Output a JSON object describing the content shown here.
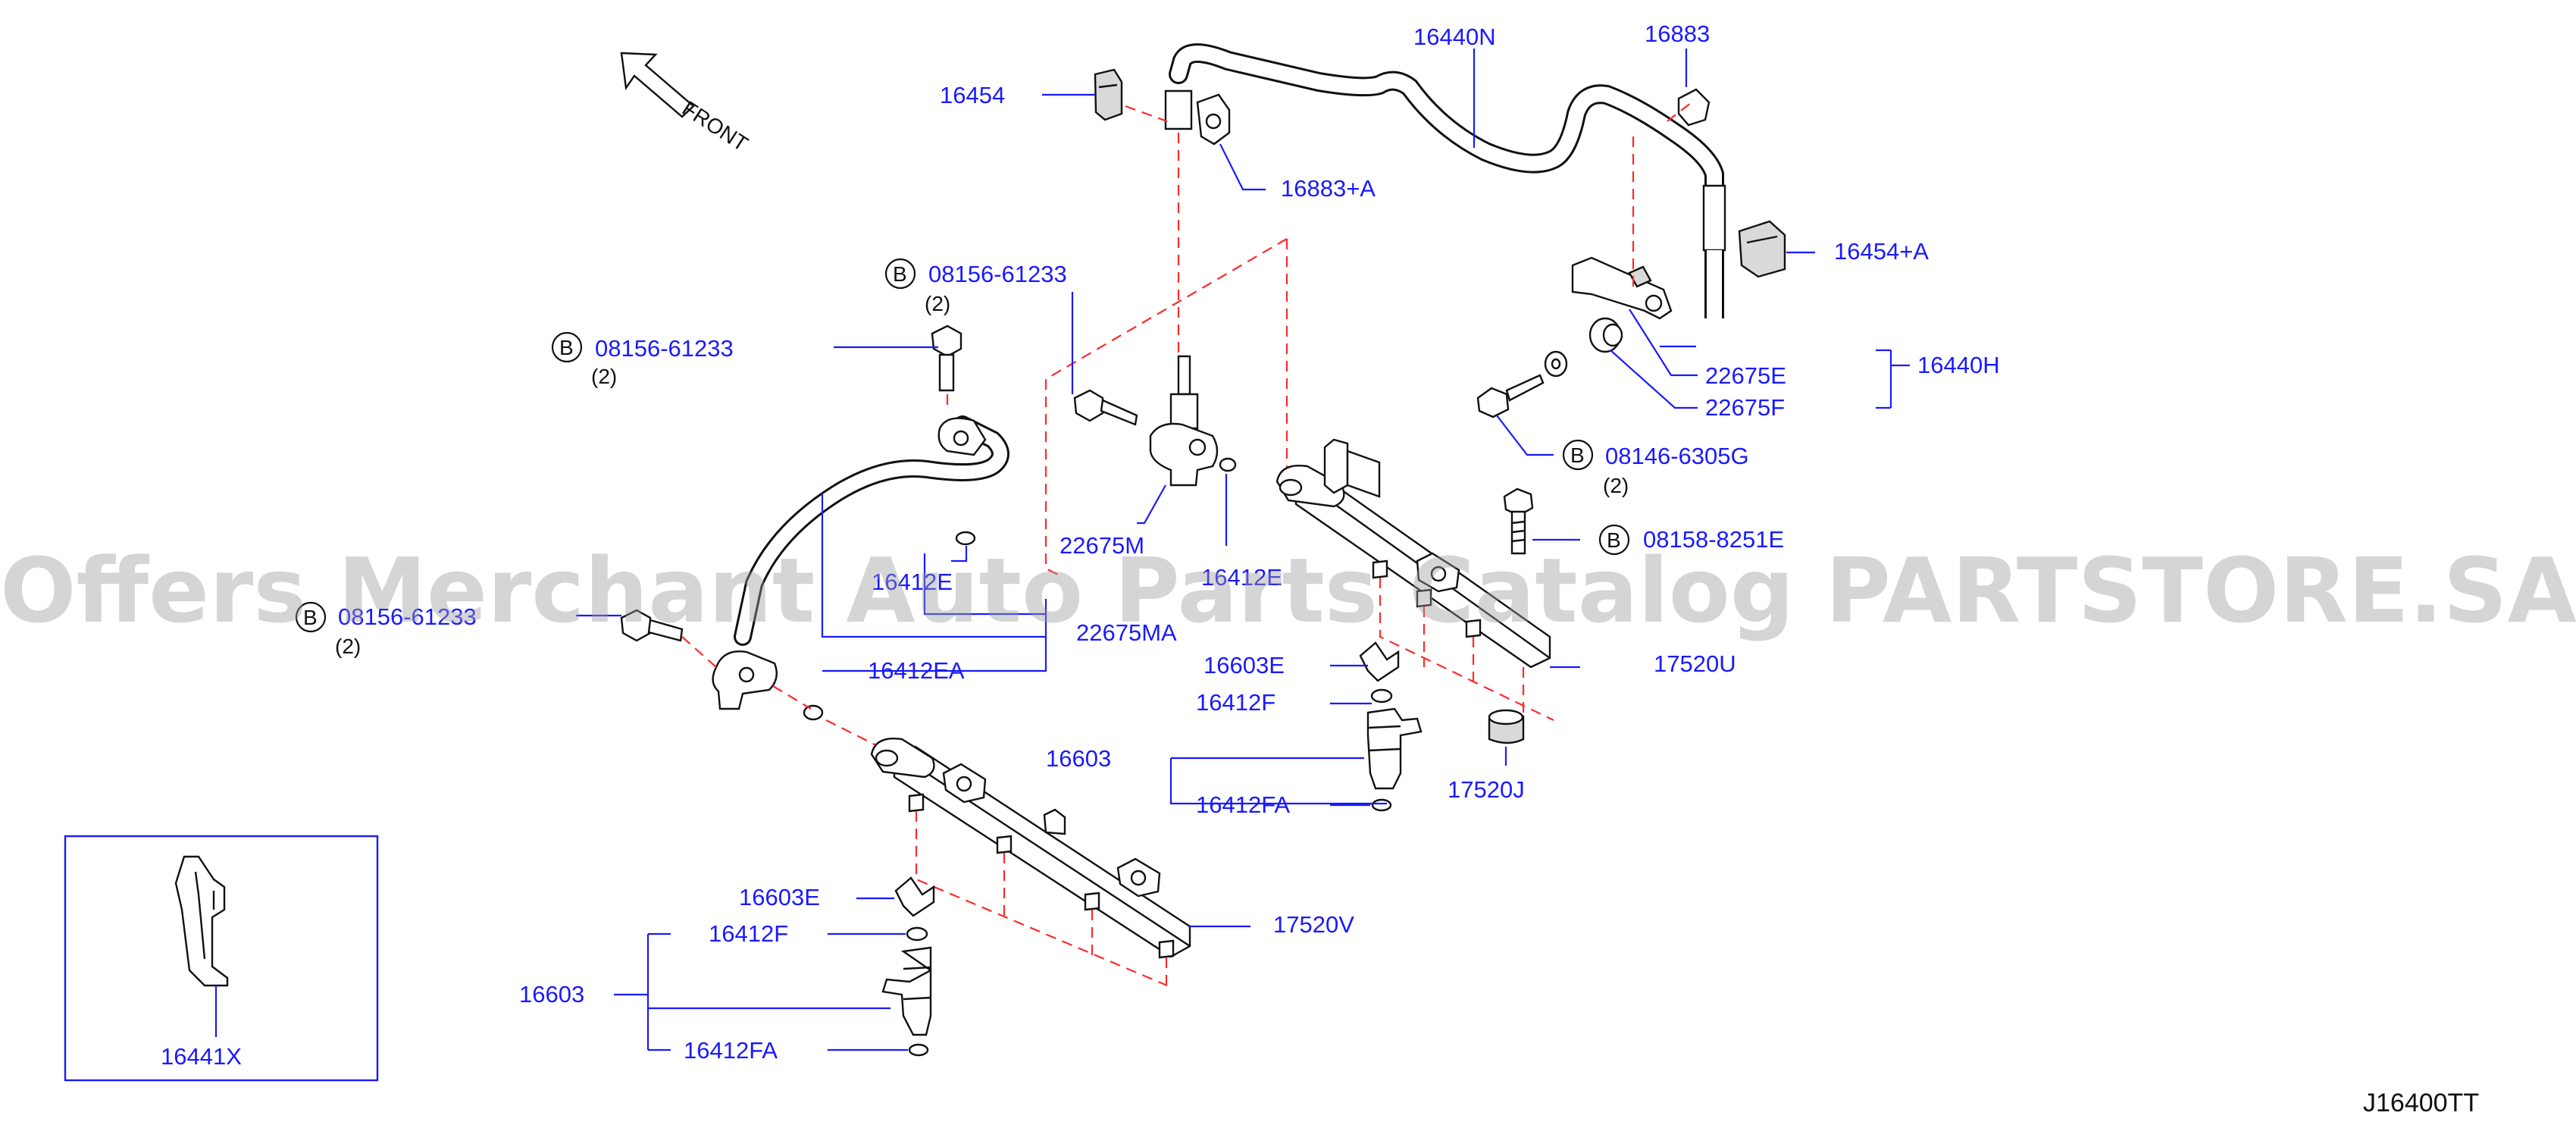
{
  "diagram_code": "J16400TT",
  "front_label": "FRONT",
  "watermark": "Offers Merchant Auto Parts Catalog PARTSTORE.SA",
  "bolt_marker": "B",
  "labels": {
    "p16454": "16454",
    "p16440N": "16440N",
    "p16883": "16883",
    "p16883A": "16883+A",
    "p16454A": "16454+A",
    "b1_part": "08156-61233",
    "b1_qty": "(2)",
    "b2_part": "08156-61233",
    "b2_qty": "(2)",
    "b3_part": "08156-61233",
    "b3_qty": "(2)",
    "b4_part": "08146-6305G",
    "b4_qty": "(2)",
    "b5_part": "08158-8251E",
    "p22675E": "22675E",
    "p22675F": "22675F",
    "p16440H": "16440H",
    "p22675M": "22675M",
    "p16412E": "16412E",
    "p16412E_b": "16412E",
    "p22675MA": "22675MA",
    "p16412EA": "16412EA",
    "p16603E_r": "16603E",
    "p17520U": "17520U",
    "p16412F_r": "16412F",
    "p16603_r": "16603",
    "p16412FA_r": "16412FA",
    "p17520J": "17520J",
    "p16603E_l": "16603E",
    "p17520V": "17520V",
    "p16412F_l": "16412F",
    "p16603_l": "16603",
    "p16412FA_l": "16412FA",
    "p16441X": "16441X"
  },
  "colors": {
    "label_text": "#1a1aff",
    "leader_line": "#1a1aff",
    "hidden_line": "#ff2a2a",
    "part_outline": "#111111",
    "watermark": "#9a9a9a"
  }
}
